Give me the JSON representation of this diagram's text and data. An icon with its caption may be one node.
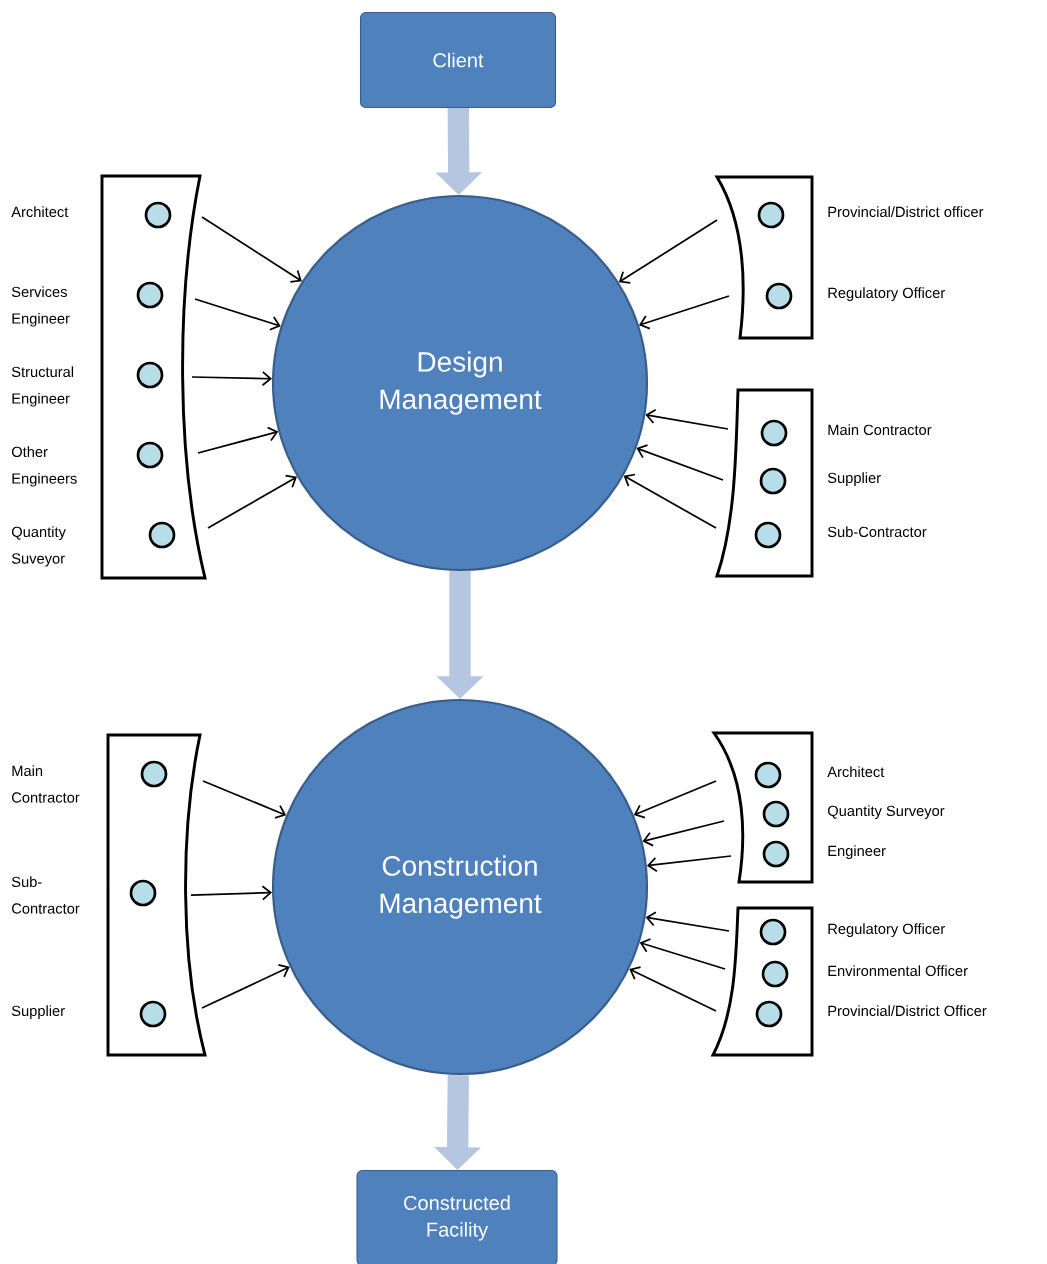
{
  "diagram": {
    "nodes": [
      {
        "text": [
          "Client"
        ]
      },
      {
        "text": [
          "Design Management"
        ]
      },
      {
        "text": [
          "Construction Management"
        ]
      },
      {
        "text": [
          "Constructed Facility"
        ]
      },
      {
        "text": [],
        "shape": "box"
      },
      {
        "text": [],
        "shape": "circle",
        "in": 4
      },
      {
        "text": [],
        "shape": "circle",
        "in": 4
      },
      {
        "text": [],
        "shape": "circle",
        "in": 4
      },
      {
        "text": [],
        "shape": "circle",
        "in": 4
      },
      {
        "text": [],
        "shape": "circle",
        "in": 4
      },
      {
        "text": [],
        "shape": "box"
      },
      {
        "text": [],
        "shape": "circle",
        "in": 10,
        "beside": [
          "Provincial/District officer"
        ]
      },
      {
        "text": [],
        "shape": "circle",
        "in": 10,
        "beside": [
          "Regulatory Officer"
        ]
      },
      {
        "text": [],
        "shape": "box"
      },
      {
        "text": [],
        "shape": "circle",
        "in": 13,
        "beside": [
          "Main Contractor"
        ]
      },
      {
        "text": [],
        "shape": "circle",
        "in": 13,
        "beside": [
          "Supplier"
        ]
      },
      {
        "text": [],
        "shape": "circle",
        "in": 13,
        "beside": [
          "Sub-Contractor"
        ]
      },
      {
        "text": [],
        "shape": "box"
      },
      {
        "text": [],
        "shape": "circle",
        "in": 17
      },
      {
        "text": [],
        "shape": "circle",
        "in": 17
      },
      {
        "text": [],
        "shape": "circle",
        "in": 17
      },
      {
        "text": [],
        "shape": "box"
      },
      {
        "text": [],
        "shape": "circle",
        "in": 21,
        "beside": [
          "Architect"
        ]
      },
      {
        "text": [],
        "shape": "circle",
        "in": 21,
        "beside": [
          "Quantity Surveyor"
        ]
      },
      {
        "text": [],
        "shape": "circle",
        "in": 21,
        "beside": [
          "Engineer"
        ]
      },
      {
        "text": [],
        "shape": "box"
      },
      {
        "text": [],
        "shape": "circle",
        "in": 25,
        "beside": [
          "Regulatory Officer"
        ]
      },
      {
        "text": [],
        "shape": "circle",
        "in": 25,
        "beside": [
          "Environmental Officer"
        ]
      },
      {
        "text": [],
        "shape": "circle",
        "in": 25,
        "beside": [
          "Provincial/District Officer"
        ]
      }
    ],
    "edges": [
      {
        "from": 0,
        "to": 1,
        "arrow": "to",
        "style": "thick",
        "color": "#b4c6e0"
      },
      {
        "from": 1,
        "to": 2,
        "arrow": "to",
        "style": "thick",
        "color": "#b4c6e0"
      },
      {
        "from": 2,
        "to": 3,
        "arrow": "to",
        "style": "thick",
        "color": "#b4c6e0"
      },
      {
        "from": 5,
        "to": 1,
        "arrow": "to"
      },
      {
        "from": 6,
        "to": 1,
        "arrow": "to"
      },
      {
        "from": 7,
        "to": 1,
        "arrow": "to"
      },
      {
        "from": 8,
        "to": 1,
        "arrow": "to"
      },
      {
        "from": 9,
        "to": 1,
        "arrow": "to"
      },
      {
        "from": 11,
        "to": 1,
        "arrow": "to"
      },
      {
        "from": 12,
        "to": 1,
        "arrow": "to"
      },
      {
        "from": 14,
        "to": 1,
        "arrow": "to"
      },
      {
        "from": 15,
        "to": 1,
        "arrow": "to"
      },
      {
        "from": 16,
        "to": 1,
        "arrow": "to"
      },
      {
        "from": 18,
        "to": 2,
        "arrow": "to"
      },
      {
        "from": 19,
        "to": 2,
        "arrow": "to"
      },
      {
        "from": 20,
        "to": 2,
        "arrow": "to"
      },
      {
        "from": 22,
        "to": 2,
        "arrow": "to"
      },
      {
        "from": 23,
        "to": 2,
        "arrow": "to"
      },
      {
        "from": 24,
        "to": 2,
        "arrow": "to"
      },
      {
        "from": 26,
        "to": 2,
        "arrow": "to"
      },
      {
        "from": 27,
        "to": 2,
        "arrow": "to"
      },
      {
        "from": 28,
        "to": 2,
        "arrow": "to"
      }
    ],
    "labels": [
      "Architect",
      "Services Engineer",
      "Structural Engineer",
      "Other Engineers",
      "Quantity Suveyor",
      "Main Contractor",
      "Sub-Contractor",
      "Supplier"
    ]
  }
}
